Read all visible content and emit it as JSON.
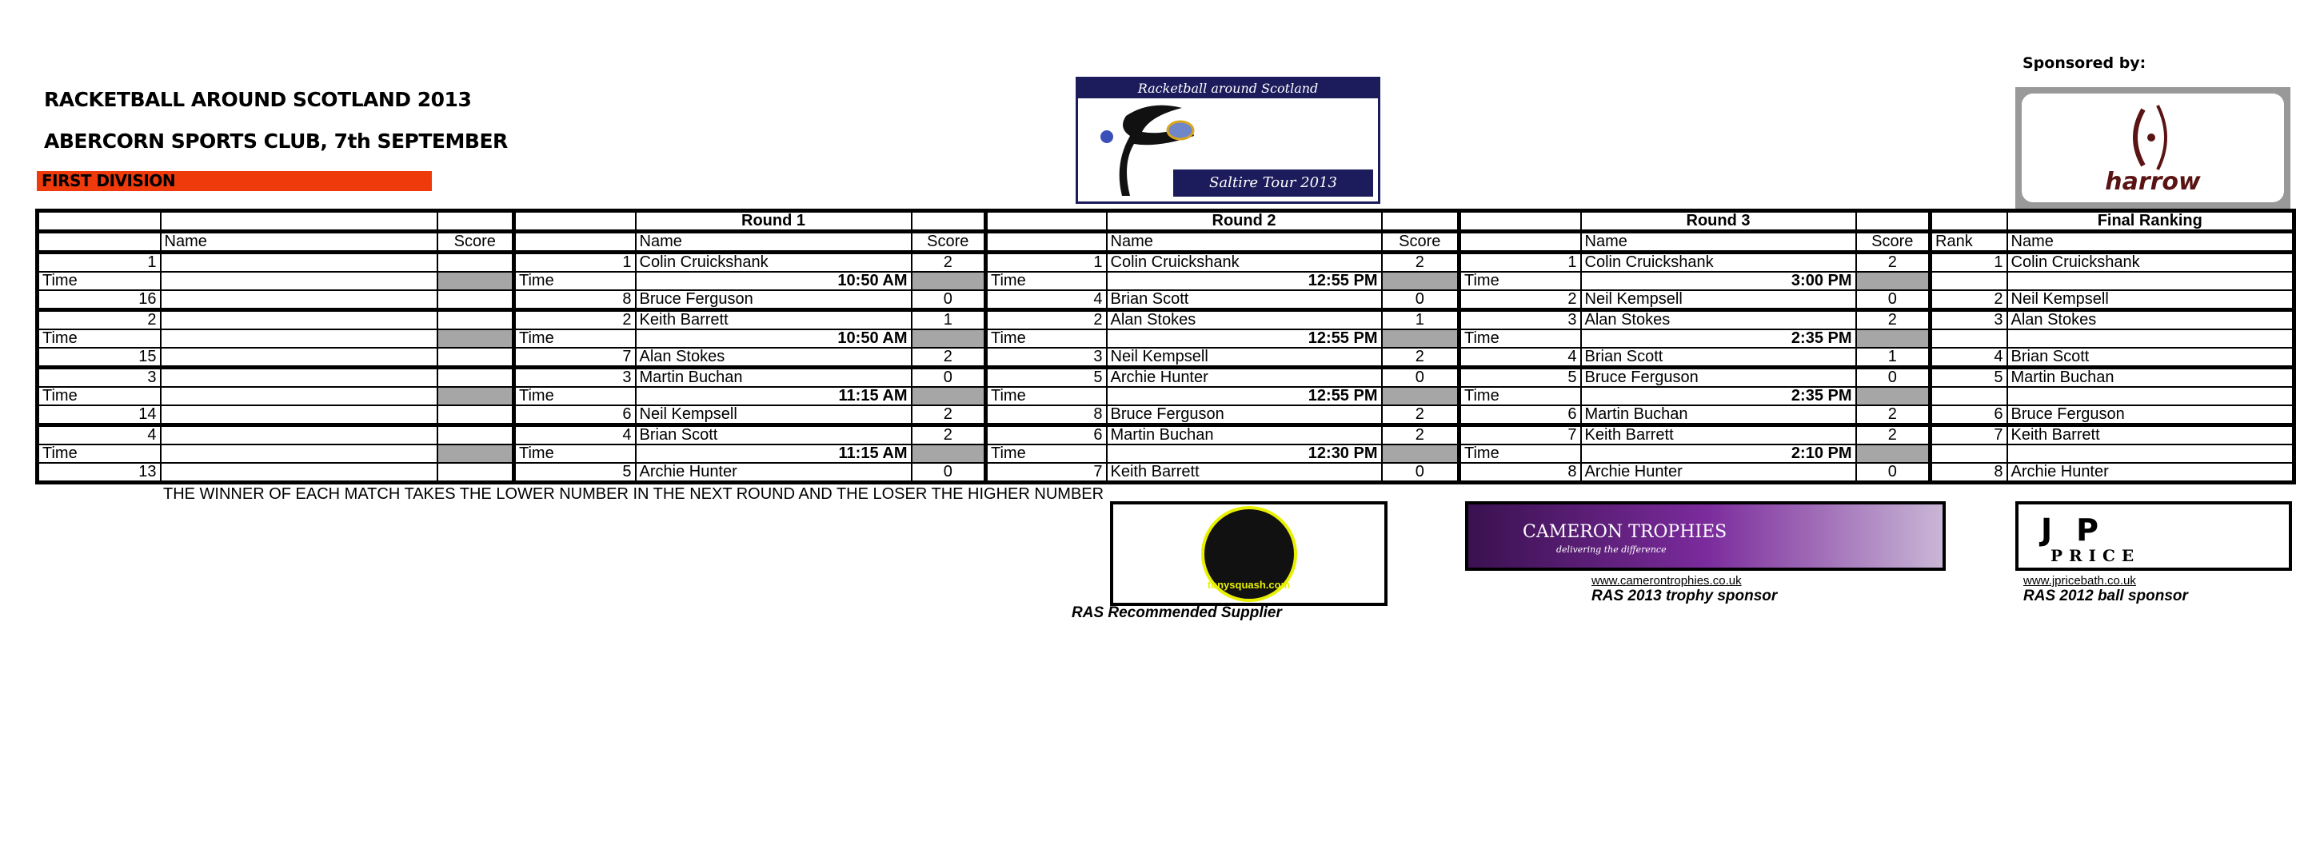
{
  "header": {
    "title": "RACKETBALL AROUND SCOTLAND 2013",
    "venue": "ABERCORN SPORTS CLUB, 7th SEPTEMBER",
    "division": "FIRST DIVISION",
    "sponsored_by": "Sponsored by:",
    "logo_top": "Racketball around Scotland",
    "logo_bottom": "Saltire Tour 2013",
    "harrow_logo": "harrow"
  },
  "labels": {
    "name": "Name",
    "score": "Score",
    "rank": "Rank",
    "time": "Time"
  },
  "sections": [
    {
      "title": "",
      "matches": [
        {
          "top": {
            "seed": "1",
            "name": "",
            "score": ""
          },
          "time": "",
          "bottom": {
            "seed": "16",
            "name": "",
            "score": ""
          }
        },
        {
          "top": {
            "seed": "2",
            "name": "",
            "score": ""
          },
          "time": "",
          "bottom": {
            "seed": "15",
            "name": "",
            "score": ""
          }
        },
        {
          "top": {
            "seed": "3",
            "name": "",
            "score": ""
          },
          "time": "",
          "bottom": {
            "seed": "14",
            "name": "",
            "score": ""
          }
        },
        {
          "top": {
            "seed": "4",
            "name": "",
            "score": ""
          },
          "time": "",
          "bottom": {
            "seed": "13",
            "name": "",
            "score": ""
          }
        }
      ]
    },
    {
      "title": "Round 1",
      "matches": [
        {
          "top": {
            "seed": "1",
            "name": "Colin Cruickshank",
            "score": "2"
          },
          "time": "10:50 AM",
          "bottom": {
            "seed": "8",
            "name": "Bruce Ferguson",
            "score": "0"
          }
        },
        {
          "top": {
            "seed": "2",
            "name": "Keith Barrett",
            "score": "1"
          },
          "time": "10:50 AM",
          "bottom": {
            "seed": "7",
            "name": "Alan Stokes",
            "score": "2"
          }
        },
        {
          "top": {
            "seed": "3",
            "name": "Martin Buchan",
            "score": "0"
          },
          "time": "11:15 AM",
          "bottom": {
            "seed": "6",
            "name": "Neil Kempsell",
            "score": "2"
          }
        },
        {
          "top": {
            "seed": "4",
            "name": "Brian Scott",
            "score": "2"
          },
          "time": "11:15 AM",
          "bottom": {
            "seed": "5",
            "name": "Archie Hunter",
            "score": "0"
          }
        }
      ]
    },
    {
      "title": "Round 2",
      "matches": [
        {
          "top": {
            "seed": "1",
            "name": "Colin Cruickshank",
            "score": "2"
          },
          "time": "12:55 PM",
          "bottom": {
            "seed": "4",
            "name": "Brian Scott",
            "score": "0"
          }
        },
        {
          "top": {
            "seed": "2",
            "name": "Alan Stokes",
            "score": "1"
          },
          "time": "12:55 PM",
          "bottom": {
            "seed": "3",
            "name": "Neil Kempsell",
            "score": "2"
          }
        },
        {
          "top": {
            "seed": "5",
            "name": "Archie Hunter",
            "score": "0"
          },
          "time": "12:55 PM",
          "bottom": {
            "seed": "8",
            "name": "Bruce Ferguson",
            "score": "2"
          }
        },
        {
          "top": {
            "seed": "6",
            "name": "Martin Buchan",
            "score": "2"
          },
          "time": "12:30 PM",
          "bottom": {
            "seed": "7",
            "name": "Keith Barrett",
            "score": "0"
          }
        }
      ]
    },
    {
      "title": "Round 3",
      "matches": [
        {
          "top": {
            "seed": "1",
            "name": "Colin Cruickshank",
            "score": "2"
          },
          "time": "3:00 PM",
          "bottom": {
            "seed": "2",
            "name": "Neil Kempsell",
            "score": "0"
          }
        },
        {
          "top": {
            "seed": "3",
            "name": "Alan Stokes",
            "score": "2"
          },
          "time": "2:35 PM",
          "bottom": {
            "seed": "4",
            "name": "Brian Scott",
            "score": "1"
          }
        },
        {
          "top": {
            "seed": "5",
            "name": "Bruce Ferguson",
            "score": "0"
          },
          "time": "2:35 PM",
          "bottom": {
            "seed": "6",
            "name": "Martin Buchan",
            "score": "2"
          }
        },
        {
          "top": {
            "seed": "7",
            "name": "Keith Barrett",
            "score": "2"
          },
          "time": "2:10 PM",
          "bottom": {
            "seed": "8",
            "name": "Archie Hunter",
            "score": "0"
          }
        }
      ]
    }
  ],
  "final": {
    "title": "Final Ranking",
    "rankings": [
      {
        "rank": "1",
        "name": "Colin Cruickshank"
      },
      {
        "rank": "2",
        "name": "Neil Kempsell"
      },
      {
        "rank": "3",
        "name": "Alan Stokes"
      },
      {
        "rank": "4",
        "name": "Brian Scott"
      },
      {
        "rank": "5",
        "name": "Martin Buchan"
      },
      {
        "rank": "6",
        "name": "Bruce Ferguson"
      },
      {
        "rank": "7",
        "name": "Keith Barrett"
      },
      {
        "rank": "8",
        "name": "Archie Hunter"
      }
    ]
  },
  "footer_note": "THE WINNER OF EACH MATCH TAKES THE LOWER NUMBER IN THE NEXT ROUND AND THE LOSER THE HIGHER NUMBER",
  "sponsors": {
    "tony": {
      "logo_text": "tonysquash.com",
      "caption": "RAS Recommended Supplier"
    },
    "cameron": {
      "logo_text": "CAMERON TROPHIES",
      "tagline": "delivering the difference",
      "url": "www.camerontrophies.co.uk",
      "caption": "RAS 2013 trophy sponsor"
    },
    "jp": {
      "logo_text": "JP",
      "logo_sub": "PRICE",
      "url": "www.jpricebath.co.uk",
      "caption": "RAS 2012 ball sponsor"
    }
  },
  "colors": {
    "division_bar": "#ef3a0c",
    "gray_cell": "#a6a6a6"
  }
}
